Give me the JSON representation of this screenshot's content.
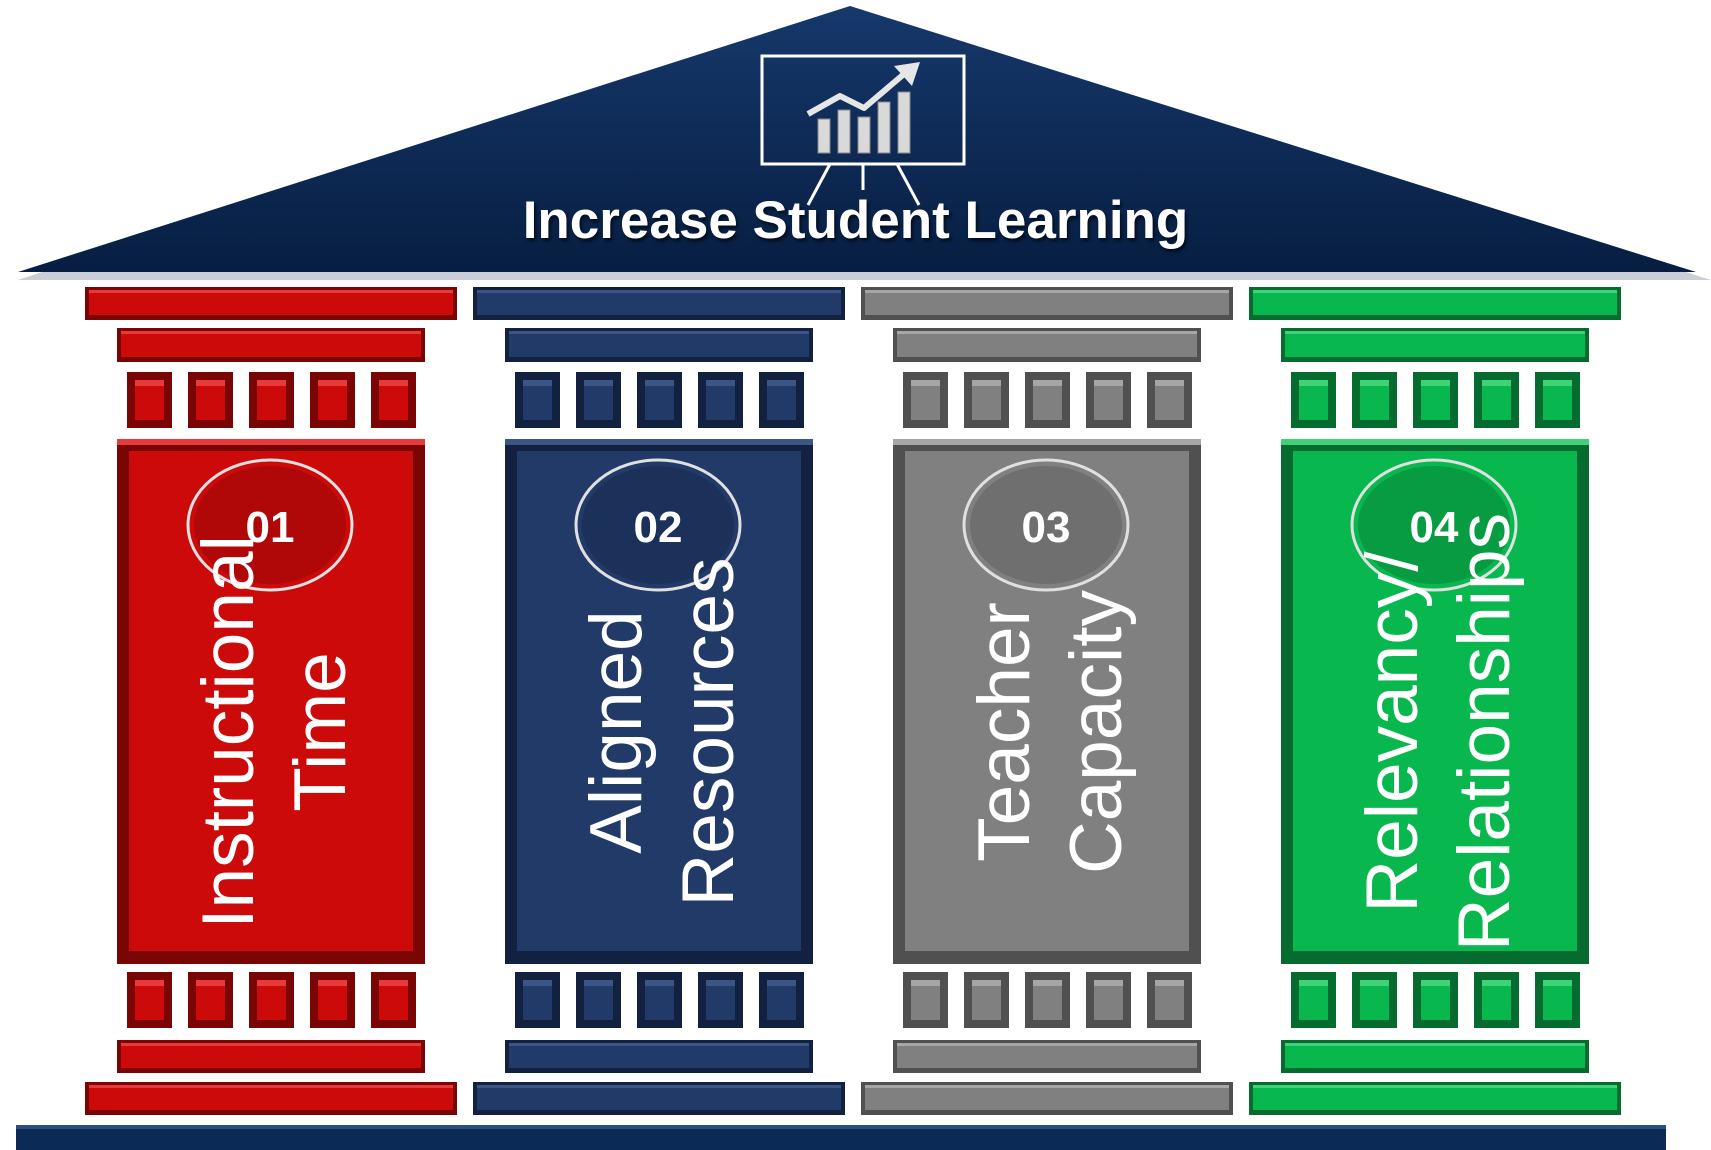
{
  "title": "Increase Student Learning",
  "icon": "presentation-board-chart-icon",
  "colors": {
    "roof": "#0b2a55",
    "base": "#0b2a55"
  },
  "pillars": [
    {
      "number": "01",
      "lines": [
        "Instructional",
        "Time"
      ],
      "color": "#cc0a0a",
      "light": "#e83a3a",
      "dark": "#7a0505"
    },
    {
      "number": "02",
      "lines": [
        "Aligned",
        "Resources"
      ],
      "color": "#223a68",
      "light": "#3b5585",
      "dark": "#12213f"
    },
    {
      "number": "03",
      "lines": [
        "Teacher",
        "Capacity"
      ],
      "color": "#808080",
      "light": "#a6a6a6",
      "dark": "#505050"
    },
    {
      "number": "04",
      "lines": [
        "Relevancy/",
        "Relationships"
      ],
      "color": "#08b74e",
      "light": "#3fd276",
      "dark": "#056b2e"
    }
  ]
}
